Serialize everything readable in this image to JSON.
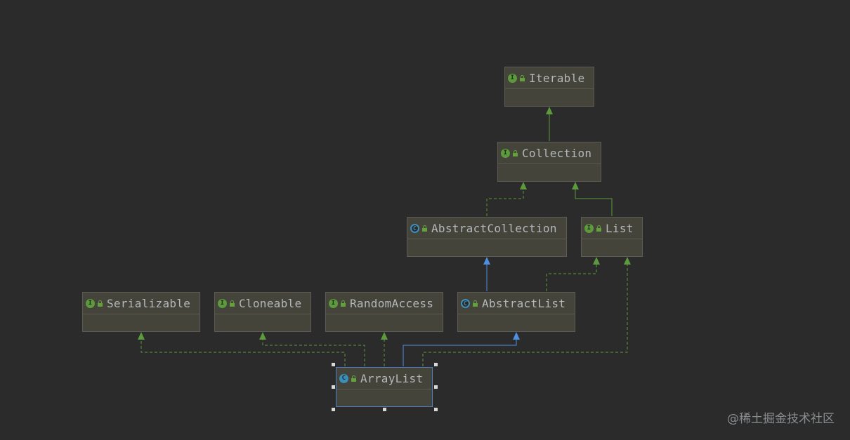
{
  "diagram": {
    "type": "uml-class-hierarchy",
    "colors": {
      "background": "#2b2b2b",
      "node_fill": "#45443a",
      "interface_arrow": "#5c9a3d",
      "extends_arrow": "#4f8fe0",
      "selection_border": "#4d7fc5"
    },
    "nodes": {
      "iterable": {
        "label": "Iterable",
        "kind": "interface",
        "icon": "interface-icon"
      },
      "collection": {
        "label": "Collection",
        "kind": "interface",
        "icon": "interface-icon"
      },
      "abstract_collection": {
        "label": "AbstractCollection",
        "kind": "abstract-class",
        "icon": "abstract-class-icon"
      },
      "list": {
        "label": "List",
        "kind": "interface",
        "icon": "interface-icon"
      },
      "serializable": {
        "label": "Serializable",
        "kind": "interface",
        "icon": "interface-icon"
      },
      "cloneable": {
        "label": "Cloneable",
        "kind": "interface",
        "icon": "interface-icon"
      },
      "random_access": {
        "label": "RandomAccess",
        "kind": "interface",
        "icon": "interface-icon"
      },
      "abstract_list": {
        "label": "AbstractList",
        "kind": "abstract-class",
        "icon": "abstract-class-icon"
      },
      "array_list": {
        "label": "ArrayList",
        "kind": "class",
        "icon": "class-icon",
        "selected": true
      }
    },
    "edges": [
      {
        "from": "collection",
        "to": "iterable",
        "relation": "extends-interface"
      },
      {
        "from": "abstract_collection",
        "to": "collection",
        "relation": "implements"
      },
      {
        "from": "list",
        "to": "collection",
        "relation": "extends-interface"
      },
      {
        "from": "abstract_list",
        "to": "abstract_collection",
        "relation": "extends"
      },
      {
        "from": "abstract_list",
        "to": "list",
        "relation": "implements"
      },
      {
        "from": "array_list",
        "to": "serializable",
        "relation": "implements"
      },
      {
        "from": "array_list",
        "to": "cloneable",
        "relation": "implements"
      },
      {
        "from": "array_list",
        "to": "random_access",
        "relation": "implements"
      },
      {
        "from": "array_list",
        "to": "abstract_list",
        "relation": "extends"
      },
      {
        "from": "array_list",
        "to": "list",
        "relation": "implements"
      }
    ]
  },
  "watermark": "@稀土掘金技术社区"
}
